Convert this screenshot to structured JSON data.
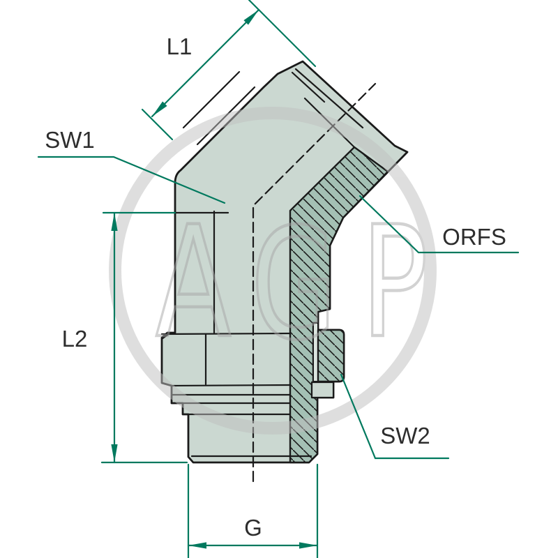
{
  "drawing": {
    "labels": {
      "l1": "L1",
      "sw1": "SW1",
      "l2": "L2",
      "orfs": "ORFS",
      "sw2": "SW2",
      "g": "G"
    },
    "watermark": {
      "letters": [
        "A",
        "G",
        "P"
      ]
    },
    "colors": {
      "dimension_teal": "#00795E",
      "body_fill": "#cbd8d1",
      "section_hatch_fill": "#a4c0b4",
      "outline": "#1a1a1a",
      "label_text": "#2d2d2d",
      "watermark_gray": "#bfbfbf"
    }
  }
}
